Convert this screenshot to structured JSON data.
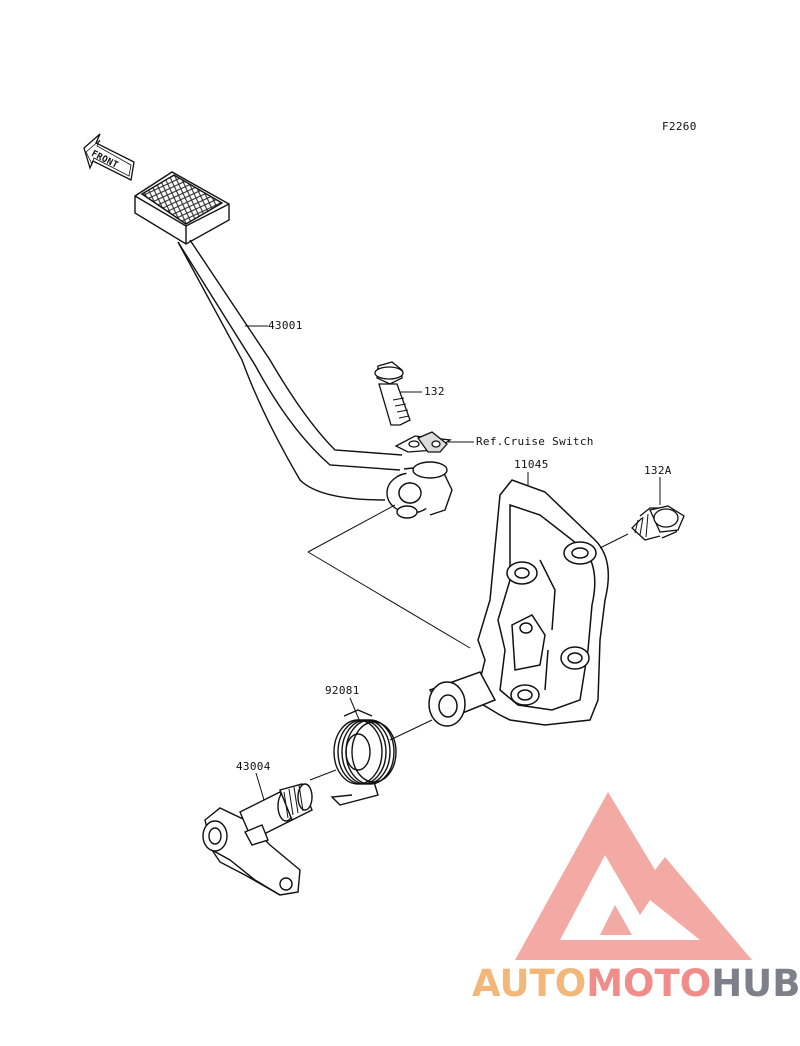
{
  "figure_code": "F2260",
  "front_marker": "FRONT",
  "callouts": {
    "brake_pedal": "43001",
    "bolt": "132",
    "cruise_switch_ref": "Ref.Cruise Switch",
    "bracket": "11045",
    "bracket_bolt": "132A",
    "spring": "92081",
    "shaft": "43004"
  },
  "watermark": {
    "part1": "AUTO",
    "part2": "MOTO",
    "part3": "HUB",
    "colors": {
      "auto": "#f3b879",
      "moto": "#f08d8a",
      "hub": "#7d8088",
      "logo": "#f29c96"
    }
  }
}
